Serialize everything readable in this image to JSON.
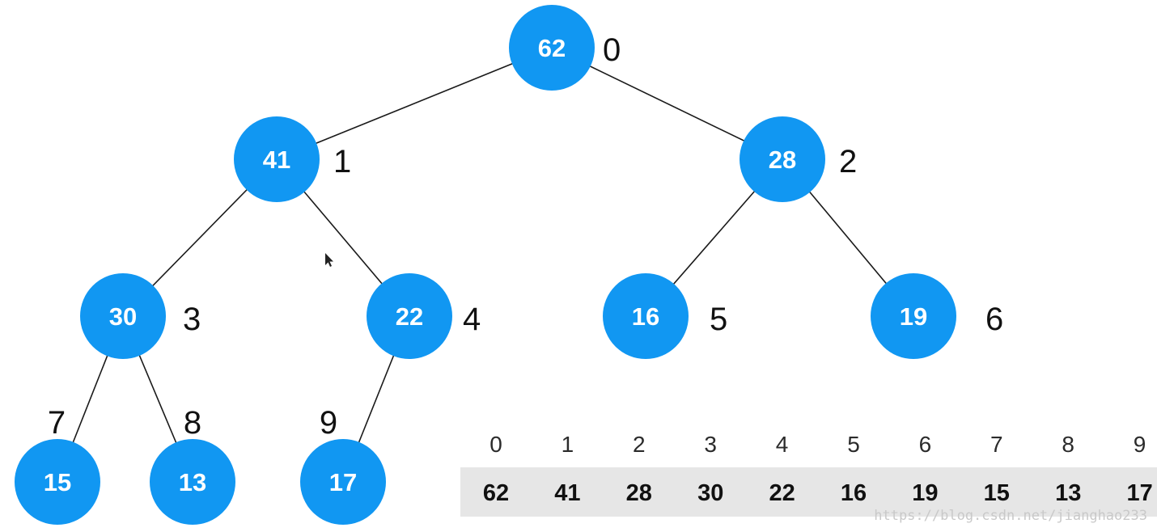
{
  "tree": {
    "nodes": [
      {
        "index": "0",
        "value": "62"
      },
      {
        "index": "1",
        "value": "41"
      },
      {
        "index": "2",
        "value": "28"
      },
      {
        "index": "3",
        "value": "30"
      },
      {
        "index": "4",
        "value": "22"
      },
      {
        "index": "5",
        "value": "16"
      },
      {
        "index": "6",
        "value": "19"
      },
      {
        "index": "7",
        "value": "15"
      },
      {
        "index": "8",
        "value": "13"
      },
      {
        "index": "9",
        "value": "17"
      }
    ],
    "edges": [
      [
        0,
        1
      ],
      [
        0,
        2
      ],
      [
        1,
        3
      ],
      [
        1,
        4
      ],
      [
        2,
        5
      ],
      [
        2,
        6
      ],
      [
        3,
        7
      ],
      [
        3,
        8
      ],
      [
        4,
        9
      ]
    ],
    "node_color": "#1197f2"
  },
  "array": {
    "indices": [
      "0",
      "1",
      "2",
      "3",
      "4",
      "5",
      "6",
      "7",
      "8",
      "9"
    ],
    "values": [
      "62",
      "41",
      "28",
      "30",
      "22",
      "16",
      "19",
      "15",
      "13",
      "17"
    ],
    "background_color": "#e6e6e6"
  },
  "watermark": "https://blog.csdn.net/jianghao233"
}
